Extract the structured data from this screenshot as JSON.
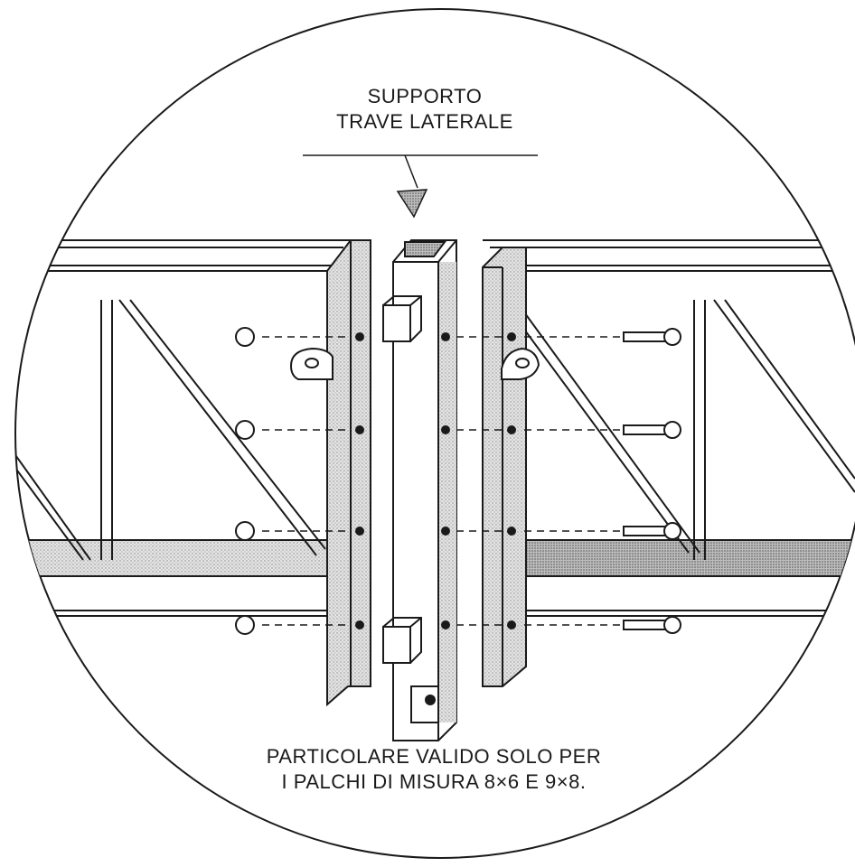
{
  "title": {
    "line1": "SUPPORTO",
    "line2": "TRAVE LATERALE"
  },
  "note": {
    "line1": "PARTICOLARE VALIDO SOLO PER",
    "line2": "I PALCHI DI MISURA 8×6 E 9×8."
  },
  "colors": {
    "ink": "#1a1a1a",
    "shade": "#cfcfcf",
    "paper": "#ffffff"
  }
}
